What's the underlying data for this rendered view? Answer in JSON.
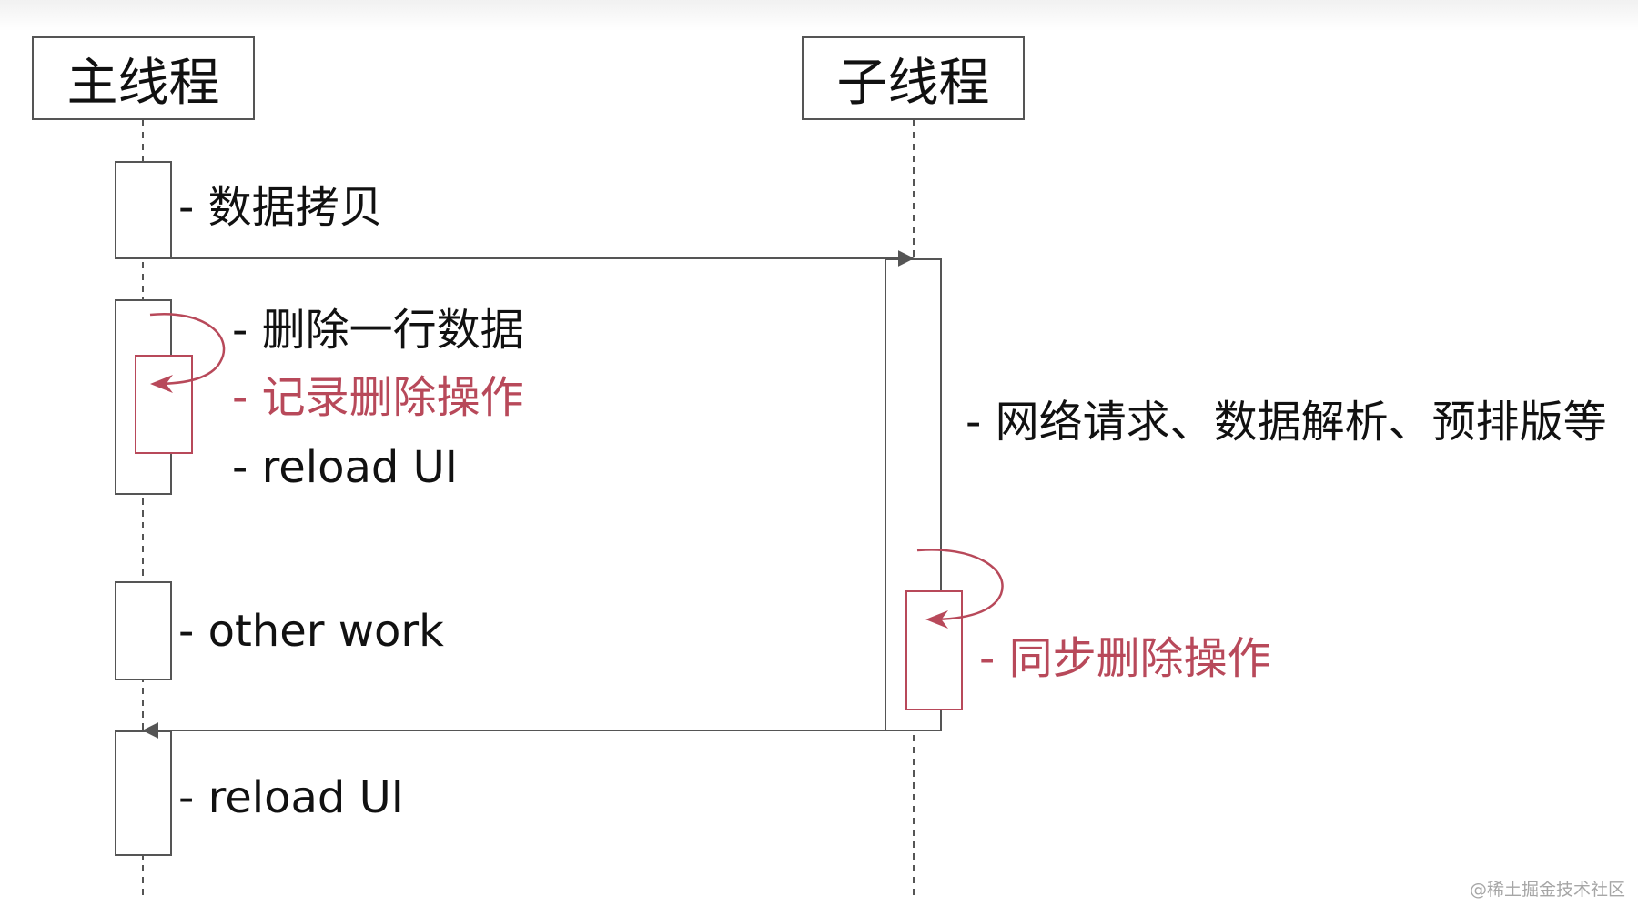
{
  "participants": {
    "main": "主线程",
    "worker": "子线程"
  },
  "steps": {
    "copy": "- 数据拷贝",
    "delete_row": "- 删除一行数据",
    "record_delete": "- 记录删除操作",
    "reload_ui_1": "- reload UI",
    "network": "- 网络请求、数据解析、预排版等",
    "other_work": "- other work",
    "sync_delete": "- 同步删除操作",
    "reload_ui_2": "- reload UI"
  },
  "watermark": "@稀土掘金技术社区",
  "colors": {
    "line": "#555555",
    "text": "#111111",
    "highlight": "#b8495a"
  }
}
